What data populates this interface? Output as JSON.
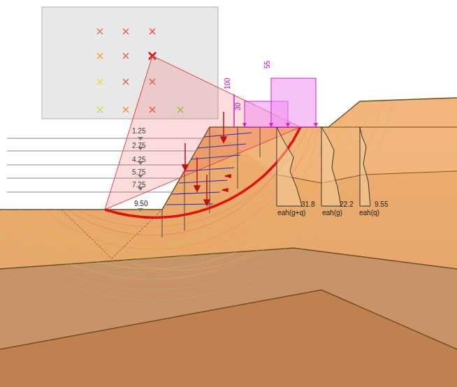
{
  "diagram": {
    "labels": [
      "1.25",
      "2.75",
      "4.25",
      "5.75",
      "7.25",
      "9.50",
      "100",
      "30",
      "55",
      "31.8",
      "eah(g+q)",
      "22.2",
      "eah(g)",
      "9.55",
      "eah(q)"
    ]
  }
}
